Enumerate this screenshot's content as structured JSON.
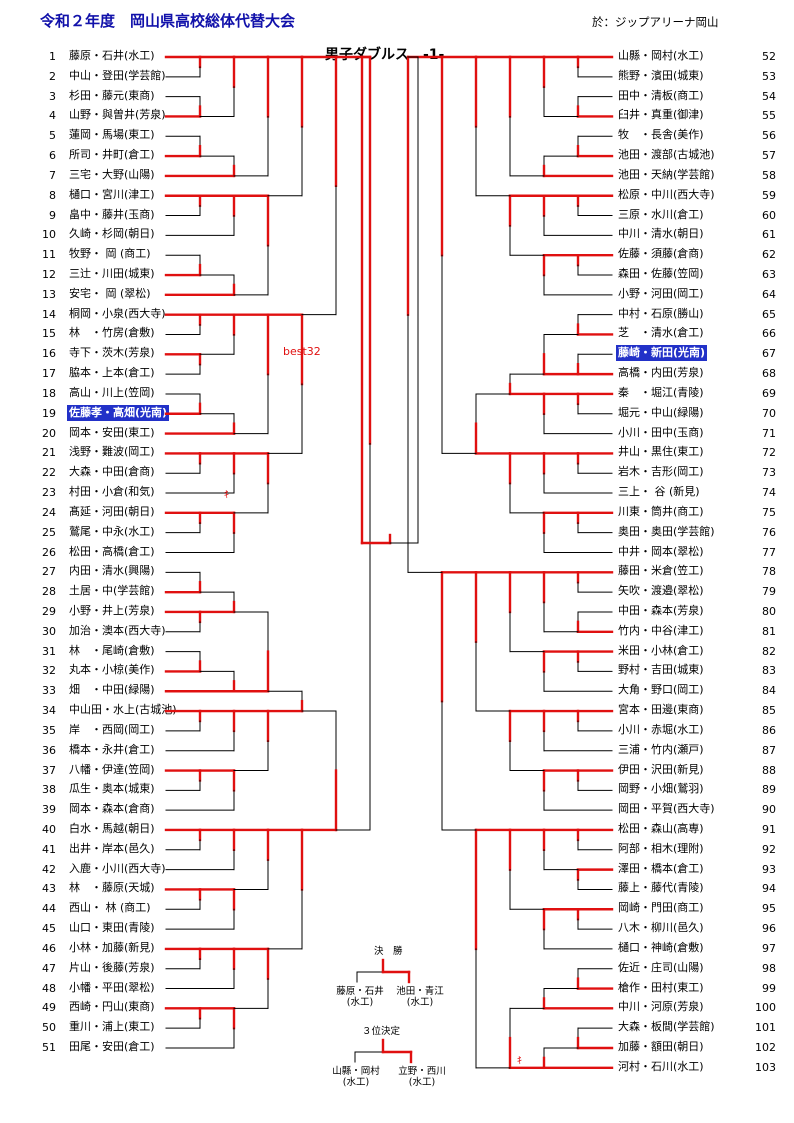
{
  "header": {
    "title": "令和２年度　岡山県高校総体代替大会",
    "venue": "於：ジップアリーナ岡山",
    "event": "男子ダブルス　-1-"
  },
  "colors": {
    "win_line": "#e01010",
    "normal_line": "#000000",
    "highlight_bg": "#2231c8",
    "title": "#1111aa"
  },
  "left": [
    {
      "num": "1",
      "name": "藤原・石井(水工)"
    },
    {
      "num": "2",
      "name": "中山・登田(学芸館)"
    },
    {
      "num": "3",
      "name": "杉田・藤元(東商)"
    },
    {
      "num": "4",
      "name": "山野・與曽井(芳泉)"
    },
    {
      "num": "5",
      "name": "蓮岡・馬場(東工)"
    },
    {
      "num": "6",
      "name": "所司・井町(倉工)"
    },
    {
      "num": "7",
      "name": "三宅・大野(山陽)"
    },
    {
      "num": "8",
      "name": "樋口・宮川(津工)"
    },
    {
      "num": "9",
      "name": "畠中・藤井(玉商)"
    },
    {
      "num": "10",
      "name": "久崎・杉岡(朝日)"
    },
    {
      "num": "11",
      "name": "牧野・ 岡 (商工)"
    },
    {
      "num": "12",
      "name": "三辻・川田(城東)"
    },
    {
      "num": "13",
      "name": "安宅・ 岡 (翠松)"
    },
    {
      "num": "14",
      "name": "桐岡・小泉(西大寺)"
    },
    {
      "num": "15",
      "name": "林　・竹房(倉敷)"
    },
    {
      "num": "16",
      "name": "寺下・茨木(芳泉)"
    },
    {
      "num": "17",
      "name": "脇本・上本(倉工)"
    },
    {
      "num": "18",
      "name": "高山・川上(笠岡)"
    },
    {
      "num": "19",
      "name": "佐藤孝・高畑(光南)",
      "hl": true
    },
    {
      "num": "20",
      "name": "岡本・安田(東工)"
    },
    {
      "num": "21",
      "name": "浅野・難波(岡工)"
    },
    {
      "num": "22",
      "name": "大森・中田(倉商)"
    },
    {
      "num": "23",
      "name": "村田・小倉(和気)"
    },
    {
      "num": "24",
      "name": "髙延・河田(朝日)"
    },
    {
      "num": "25",
      "name": "鷲尾・中永(水工)"
    },
    {
      "num": "26",
      "name": "松田・高橋(倉工)"
    },
    {
      "num": "27",
      "name": "内田・清水(興陽)"
    },
    {
      "num": "28",
      "name": "土居・中(学芸館)"
    },
    {
      "num": "29",
      "name": "小野・井上(芳泉)"
    },
    {
      "num": "30",
      "name": "加治・澳本(西大寺)"
    },
    {
      "num": "31",
      "name": "林　・尾崎(倉敷)"
    },
    {
      "num": "32",
      "name": "丸本・小椋(美作)"
    },
    {
      "num": "33",
      "name": "畑　・中田(緑陽)"
    },
    {
      "num": "34",
      "name": "中山田・水上(古城池)"
    },
    {
      "num": "35",
      "name": "岸　・西岡(岡工)"
    },
    {
      "num": "36",
      "name": "橋本・永井(倉工)"
    },
    {
      "num": "37",
      "name": "八幡・伊達(笠岡)"
    },
    {
      "num": "38",
      "name": "瓜生・奥本(城東)"
    },
    {
      "num": "39",
      "name": "岡本・森本(倉商)"
    },
    {
      "num": "40",
      "name": "白水・馬越(朝日)"
    },
    {
      "num": "41",
      "name": "出井・岸本(邑久)"
    },
    {
      "num": "42",
      "name": "入鹿・小川(西大寺)"
    },
    {
      "num": "43",
      "name": "林　・藤原(天城)"
    },
    {
      "num": "44",
      "name": "西山・ 林 (商工)"
    },
    {
      "num": "45",
      "name": "山口・東田(青陵)"
    },
    {
      "num": "46",
      "name": "小林・加藤(新見)"
    },
    {
      "num": "47",
      "name": "片山・後藤(芳泉)"
    },
    {
      "num": "48",
      "name": "小幡・平田(翠松)"
    },
    {
      "num": "49",
      "name": "西崎・円山(東商)"
    },
    {
      "num": "50",
      "name": "重川・浦上(東工)"
    },
    {
      "num": "51",
      "name": "田尾・安田(倉工)"
    }
  ],
  "right": [
    {
      "num": "52",
      "name": "山縣・岡村(水工)"
    },
    {
      "num": "53",
      "name": "熊野・濱田(城東)"
    },
    {
      "num": "54",
      "name": "田中・清板(商工)"
    },
    {
      "num": "55",
      "name": "臼井・真重(御津)"
    },
    {
      "num": "56",
      "name": "牧　・長舎(美作)"
    },
    {
      "num": "57",
      "name": "池田・渡部(古城池)"
    },
    {
      "num": "58",
      "name": "池田・天納(学芸館)"
    },
    {
      "num": "59",
      "name": "松原・中川(西大寺)"
    },
    {
      "num": "60",
      "name": "三原・水川(倉工)"
    },
    {
      "num": "61",
      "name": "中川・清水(朝日)"
    },
    {
      "num": "62",
      "name": "佐藤・須藤(倉商)"
    },
    {
      "num": "63",
      "name": "森田・佐藤(笠岡)"
    },
    {
      "num": "64",
      "name": "小野・河田(岡工)"
    },
    {
      "num": "65",
      "name": "中村・石原(勝山)"
    },
    {
      "num": "66",
      "name": "芝　・清水(倉工)"
    },
    {
      "num": "67",
      "name": "藤崎・新田(光南)",
      "hl": true
    },
    {
      "num": "68",
      "name": "高橋・内田(芳泉)"
    },
    {
      "num": "69",
      "name": "秦　・堀江(青陵)"
    },
    {
      "num": "70",
      "name": "堀元・中山(緑陽)"
    },
    {
      "num": "71",
      "name": "小川・田中(玉商)"
    },
    {
      "num": "72",
      "name": "井山・黒住(東工)"
    },
    {
      "num": "73",
      "name": "岩木・吉形(岡工)"
    },
    {
      "num": "74",
      "name": "三上・ 谷 (新見)"
    },
    {
      "num": "75",
      "name": "川東・筒井(商工)"
    },
    {
      "num": "76",
      "name": "奥田・奥田(学芸館)"
    },
    {
      "num": "77",
      "name": "中井・岡本(翠松)"
    },
    {
      "num": "78",
      "name": "藤田・米倉(笠工)"
    },
    {
      "num": "79",
      "name": "矢吹・渡邉(翠松)"
    },
    {
      "num": "80",
      "name": "中田・森本(芳泉)"
    },
    {
      "num": "81",
      "name": "竹内・中谷(津工)"
    },
    {
      "num": "82",
      "name": "米田・小林(倉工)"
    },
    {
      "num": "83",
      "name": "野村・吉田(城東)"
    },
    {
      "num": "84",
      "name": "大角・野口(岡工)"
    },
    {
      "num": "85",
      "name": "宮本・田邊(東商)"
    },
    {
      "num": "86",
      "name": "小川・赤堀(水工)"
    },
    {
      "num": "87",
      "name": "三浦・竹内(瀬戸)"
    },
    {
      "num": "88",
      "name": "伊田・沢田(新見)"
    },
    {
      "num": "89",
      "name": "岡野・小畑(鷲羽)"
    },
    {
      "num": "90",
      "name": "岡田・平賀(西大寺)"
    },
    {
      "num": "91",
      "name": "松田・森山(高専)"
    },
    {
      "num": "92",
      "name": "阿部・相木(理附)"
    },
    {
      "num": "93",
      "name": "澤田・橋本(倉工)"
    },
    {
      "num": "94",
      "name": "藤上・藤代(青陵)"
    },
    {
      "num": "95",
      "name": "岡崎・門田(商工)"
    },
    {
      "num": "96",
      "name": "八木・柳川(邑久)"
    },
    {
      "num": "97",
      "name": "樋口・神崎(倉敷)"
    },
    {
      "num": "98",
      "name": "佐近・庄司(山陽)"
    },
    {
      "num": "99",
      "name": "槍作・田村(東工)"
    },
    {
      "num": "100",
      "name": "中川・河原(芳泉)"
    },
    {
      "num": "101",
      "name": "大森・板間(学芸館)"
    },
    {
      "num": "102",
      "name": "加藤・額田(朝日)"
    },
    {
      "num": "103",
      "name": "河村・石川(水工)"
    }
  ],
  "labels": {
    "best32": "best32",
    "kiken": "ｷ"
  },
  "finals": {
    "final_label": "決　勝",
    "final_a_names": "藤原・石井",
    "final_a_school": "(水工)",
    "final_b_names": "池田・青江",
    "final_b_school": "(水工)",
    "third_label": "３位決定",
    "third_a_names": "山縣・岡村",
    "third_a_school": "(水工)",
    "third_b_names": "立野・西川",
    "third_b_school": "(水工)"
  }
}
